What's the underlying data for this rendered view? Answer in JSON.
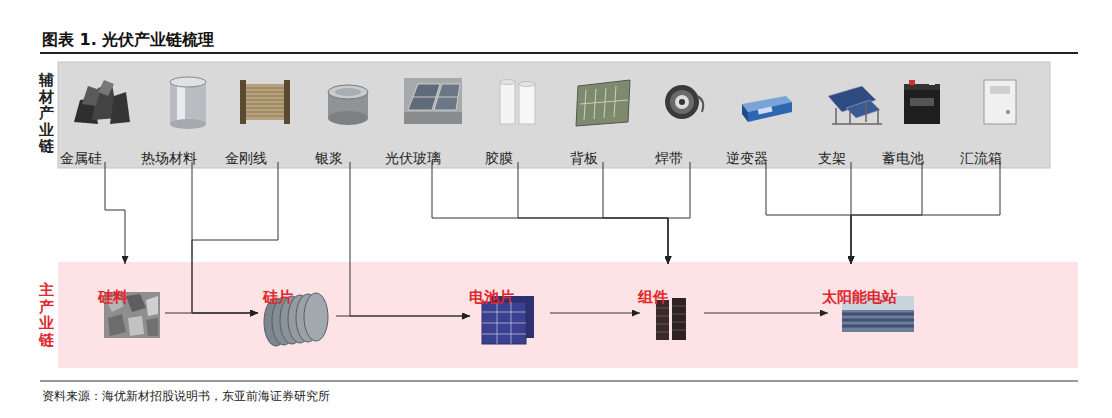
{
  "diagram": {
    "title": "图表 1. 光伏产业链梳理",
    "caption": "资料来源：海优新材招股说明书，东亚前海证券研究所",
    "nodes": [
      {
        "text": [
          "辅材产业链"
        ]
      },
      {
        "text": [
          "金属硅"
        ],
        "in": 0
      },
      {
        "text": [
          "热场材料"
        ],
        "in": 0
      },
      {
        "text": [
          "金刚线"
        ],
        "in": 0
      },
      {
        "text": [
          "银浆"
        ],
        "in": 0
      },
      {
        "text": [
          "光伏玻璃"
        ],
        "in": 0
      },
      {
        "text": [
          "胶膜"
        ],
        "in": 0
      },
      {
        "text": [
          "背板"
        ],
        "in": 0
      },
      {
        "text": [
          "焊带"
        ],
        "in": 0
      },
      {
        "text": [
          "逆变器"
        ],
        "in": 0
      },
      {
        "text": [
          "支架"
        ],
        "in": 0
      },
      {
        "text": [
          "蓄电池"
        ],
        "in": 0
      },
      {
        "text": [
          "汇流箱"
        ],
        "in": 0
      },
      {
        "text": [
          "主产业链"
        ]
      },
      {
        "text": [
          "硅料"
        ],
        "in": 13
      },
      {
        "text": [
          "硅片"
        ],
        "in": 13
      },
      {
        "text": [
          "电池片"
        ],
        "in": 13
      },
      {
        "text": [
          "组件"
        ],
        "in": 13
      },
      {
        "text": [
          "太阳能电站"
        ],
        "in": 13
      }
    ],
    "edges": [
      {
        "from": 1,
        "to": 14,
        "arrow": "to"
      },
      {
        "from": 2,
        "to": 15,
        "arrow": "to"
      },
      {
        "from": 3,
        "to": 15,
        "arrow": "to"
      },
      {
        "from": 4,
        "to": 16,
        "arrow": "to"
      },
      {
        "from": 5,
        "to": 17,
        "arrow": "to"
      },
      {
        "from": 6,
        "to": 17,
        "arrow": "to"
      },
      {
        "from": 7,
        "to": 17,
        "arrow": "to"
      },
      {
        "from": 8,
        "to": 17,
        "arrow": "to"
      },
      {
        "from": 9,
        "to": 18,
        "arrow": "to"
      },
      {
        "from": 10,
        "to": 18,
        "arrow": "to"
      },
      {
        "from": 11,
        "to": 18,
        "arrow": "to"
      },
      {
        "from": 12,
        "to": 18,
        "arrow": "to"
      },
      {
        "from": 14,
        "to": 15,
        "arrow": "to"
      },
      {
        "from": 15,
        "to": 16,
        "arrow": "to"
      },
      {
        "from": 16,
        "to": 17,
        "arrow": "to"
      },
      {
        "from": 17,
        "to": 18,
        "arrow": "to"
      }
    ]
  }
}
